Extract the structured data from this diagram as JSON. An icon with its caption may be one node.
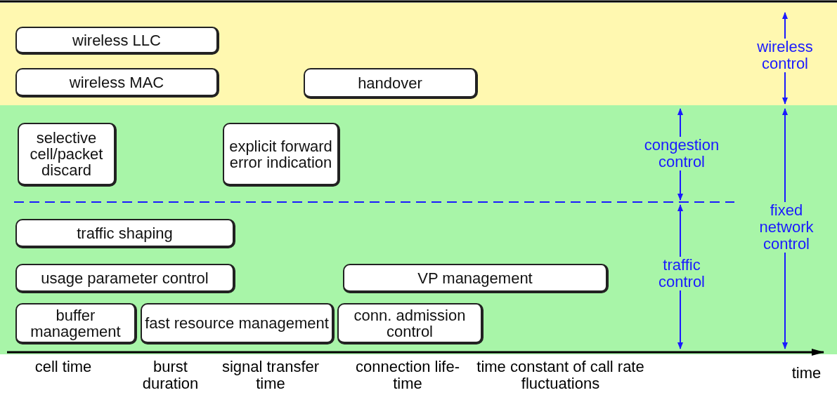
{
  "diagram": {
    "nodes": [
      {
        "text": [
          "wireless LLC"
        ]
      },
      {
        "text": [
          "wireless MAC"
        ]
      },
      {
        "text": [
          "handover"
        ]
      },
      {
        "text": [
          "selective cell/packet discard"
        ]
      },
      {
        "text": [
          "explicit forward error indication"
        ]
      },
      {
        "text": [
          "traffic shaping"
        ]
      },
      {
        "text": [
          "usage parameter control"
        ]
      },
      {
        "text": [
          "VP management"
        ]
      },
      {
        "text": [
          "buffer management"
        ]
      },
      {
        "text": [
          "fast resource management"
        ]
      },
      {
        "text": [
          "conn. admission control"
        ]
      }
    ],
    "labels": [
      "wireless control",
      "congestion control",
      "fixed network control",
      "traffic control",
      "cell time",
      "burst duration",
      "signal transfer time",
      "connection life-time",
      "time constant of call rate fluctuations",
      "time"
    ]
  }
}
